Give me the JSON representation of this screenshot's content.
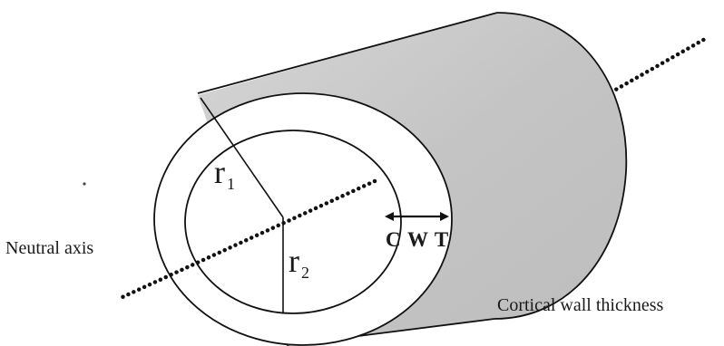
{
  "labels": {
    "r1": "r",
    "r1_sub": "1",
    "r2": "r",
    "r2_sub": "2",
    "cwt": "C W T",
    "neutral_axis": "Neutral axis",
    "cortical_wall_thickness": "Cortical wall thickness"
  },
  "colors": {
    "outline": "#111111",
    "shaded_surface": "#c8c8c8",
    "inner_face": "#ffffff",
    "axis_dots": "#111111"
  }
}
